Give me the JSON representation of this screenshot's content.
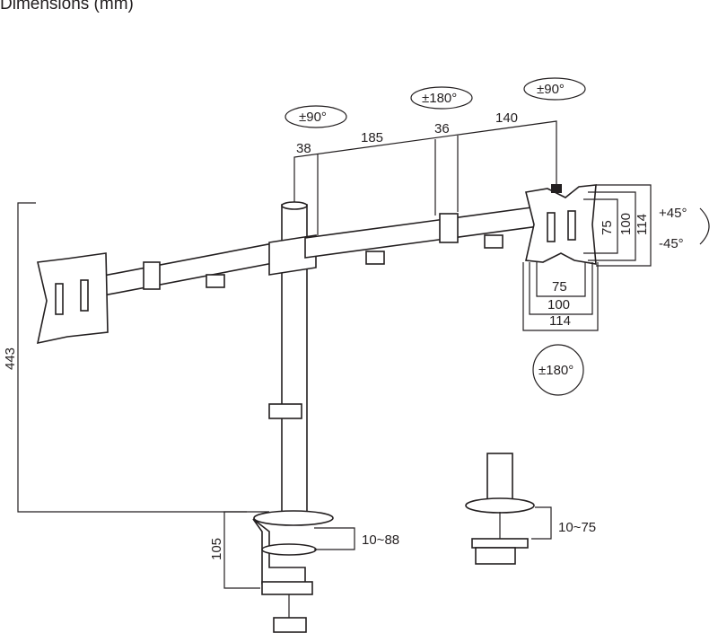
{
  "title": "Dimensions (mm)",
  "rotations": {
    "pole_arm": "±90°",
    "elbow": "±180°",
    "head_pan": "±90°",
    "tilt_up": "+45°",
    "tilt_down": "-45°",
    "rotate": "±180°"
  },
  "arm_dims": {
    "d1": "38",
    "d2": "185",
    "d3": "36",
    "d4": "140"
  },
  "vesa": {
    "v75": "75",
    "v100": "100",
    "v114": "114",
    "h75": "75",
    "h100": "100",
    "h114": "114"
  },
  "height": "443",
  "clamp": {
    "height": "105",
    "range_clamp": "10~88",
    "range_grommet": "10~75"
  }
}
